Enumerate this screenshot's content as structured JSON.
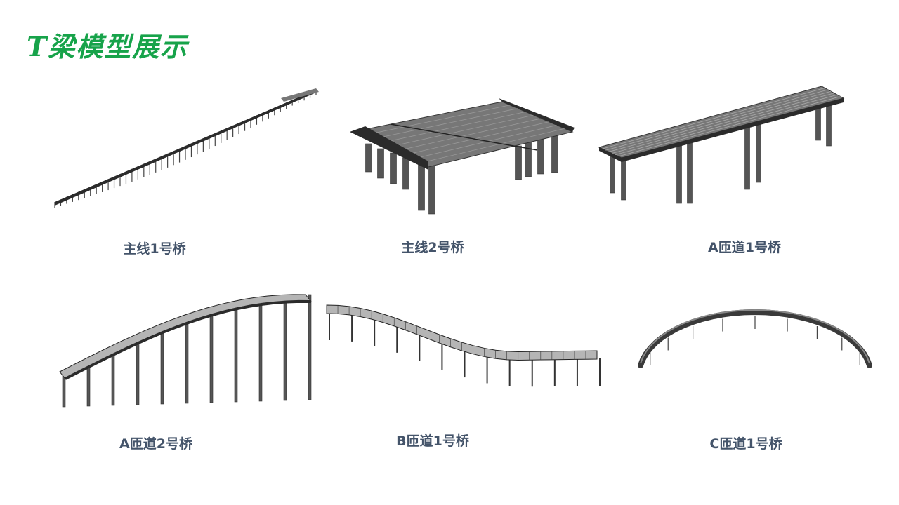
{
  "title": "T梁模型展示",
  "models": [
    {
      "label": "主线1号桥"
    },
    {
      "label": "主线2号桥"
    },
    {
      "label": "A匝道1号桥"
    },
    {
      "label": "A匝道2号桥"
    },
    {
      "label": "B匝道1号桥"
    },
    {
      "label": "C匝道1号桥"
    }
  ],
  "colors": {
    "title": "#17a34a",
    "caption": "#44546a",
    "deck_dark": "#2b2b2b",
    "deck_mid": "#777777",
    "deck_light": "#b5b5b5",
    "pier": "#555555"
  }
}
